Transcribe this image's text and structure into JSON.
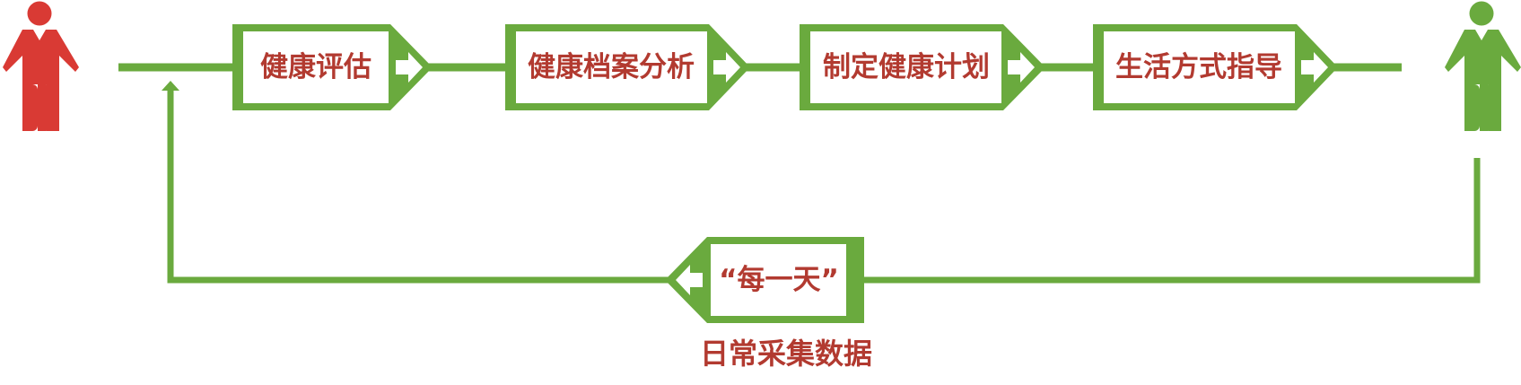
{
  "colors": {
    "accent_green": "#6aaa3e",
    "person_start": "#d93a34",
    "person_end": "#6aaa3e",
    "label_text": "#b23a30"
  },
  "people": {
    "start_icon": "person-icon",
    "end_icon": "person-icon"
  },
  "steps": [
    {
      "label": "健康评估",
      "icon": "arrow-right-icon"
    },
    {
      "label": "健康档案分析",
      "icon": "arrow-right-icon"
    },
    {
      "label": "制定健康计划",
      "icon": "arrow-right-icon"
    },
    {
      "label": "生活方式指导",
      "icon": "arrow-right-icon"
    }
  ],
  "loop": {
    "label": "“每一天”",
    "icon": "arrow-left-icon",
    "caption": "日常采集数据"
  }
}
